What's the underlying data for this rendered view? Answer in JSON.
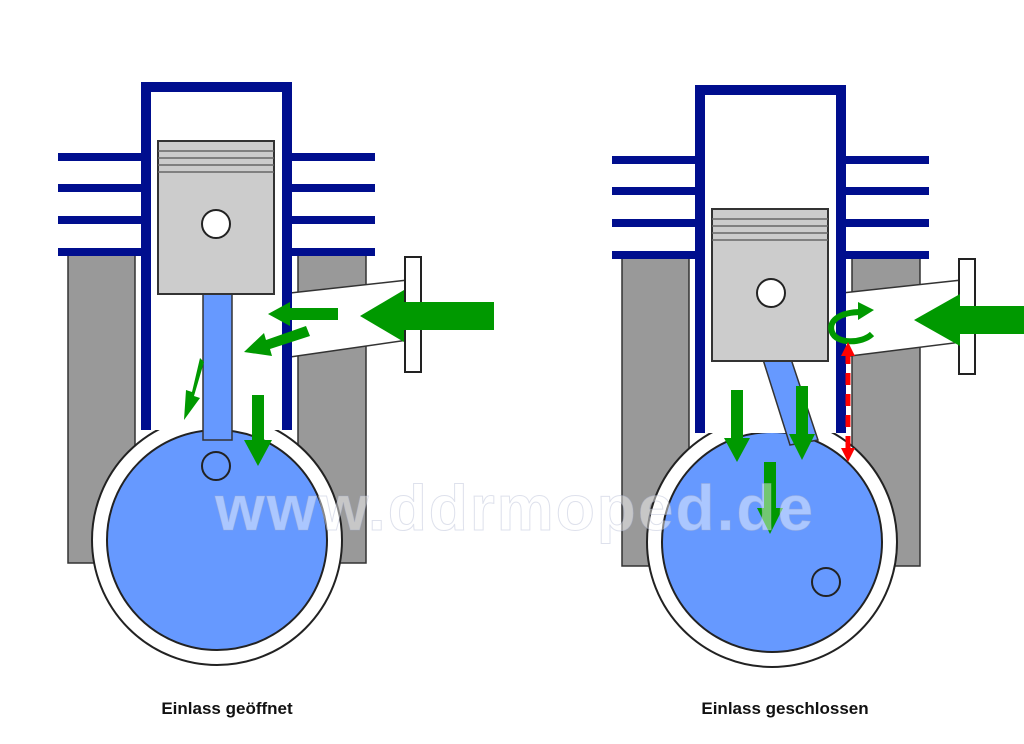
{
  "captions": {
    "left": "Einlass geöffnet",
    "right": "Einlass geschlossen"
  },
  "watermark": "www.ddrmoped.de",
  "colors": {
    "cylinder": "#000e8e",
    "crankcase_fill": "#6699ff",
    "piston": "#cccccc",
    "block": "#999999",
    "flow_arrow": "#009900",
    "pressure_arrow": "#ff0000"
  }
}
